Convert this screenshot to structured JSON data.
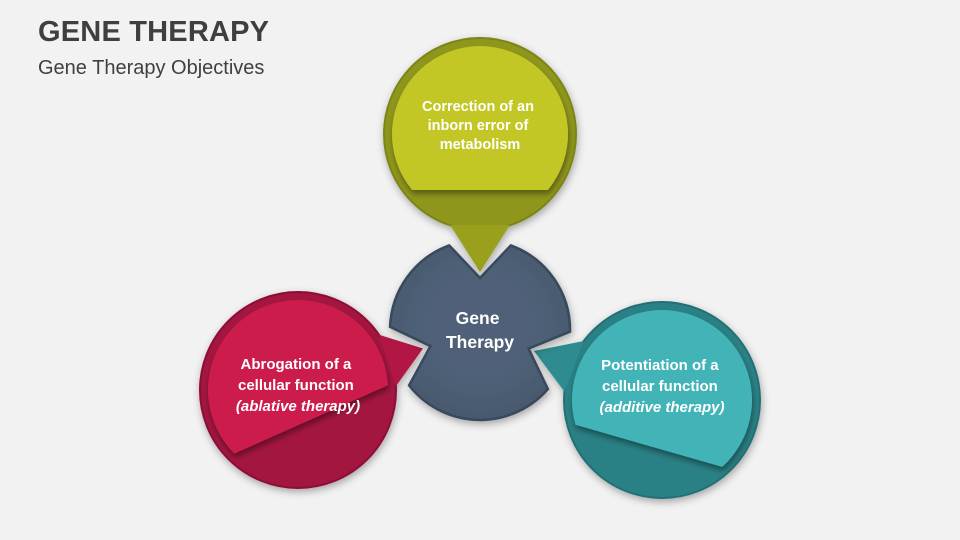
{
  "header": {
    "title": "GENE THERAPY",
    "subtitle": "Gene Therapy Objectives"
  },
  "colors": {
    "background": "#f2f2f2",
    "heading_text": "#3f3f3f",
    "bubble_text": "#ffffff",
    "center": {
      "fill": "#46576b",
      "fill_light": "#4f6178",
      "edge": "#39495d"
    },
    "top": {
      "base": "#8f961e",
      "light": "#c2c726",
      "rim": "#7d8418",
      "tail": "#98a01f"
    },
    "left": {
      "base": "#a31240",
      "light": "#cc1b4b",
      "rim": "#8e0e37",
      "tail": "#b21545"
    },
    "right": {
      "base": "#2b8185",
      "light": "#42b4b8",
      "rim": "#236f73",
      "tail": "#2f8b8f"
    }
  },
  "diagram": {
    "center": {
      "lines": [
        "Gene",
        "Therapy"
      ]
    },
    "top": {
      "lines": [
        "Correction of an",
        "inborn error of",
        "metabolism"
      ]
    },
    "left": {
      "lines": [
        "Abrogation of a",
        "cellular function",
        "(ablative therapy)"
      ]
    },
    "right": {
      "lines": [
        "Potentiation of a",
        "cellular function",
        "(additive therapy)"
      ]
    }
  }
}
